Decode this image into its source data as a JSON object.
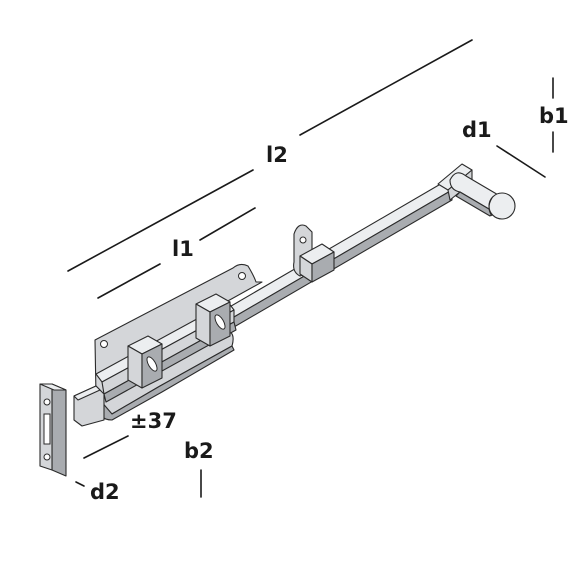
{
  "labels": {
    "l1": "l1",
    "l2": "l2",
    "d1": "d1",
    "b1": "b1",
    "b2": "b2",
    "d2": "d2",
    "offset": "±37"
  },
  "colors": {
    "line": "#1a1a1a",
    "metal": "#d4d6d9",
    "metal_shadow": "#a9acb0",
    "background": "#ffffff"
  }
}
